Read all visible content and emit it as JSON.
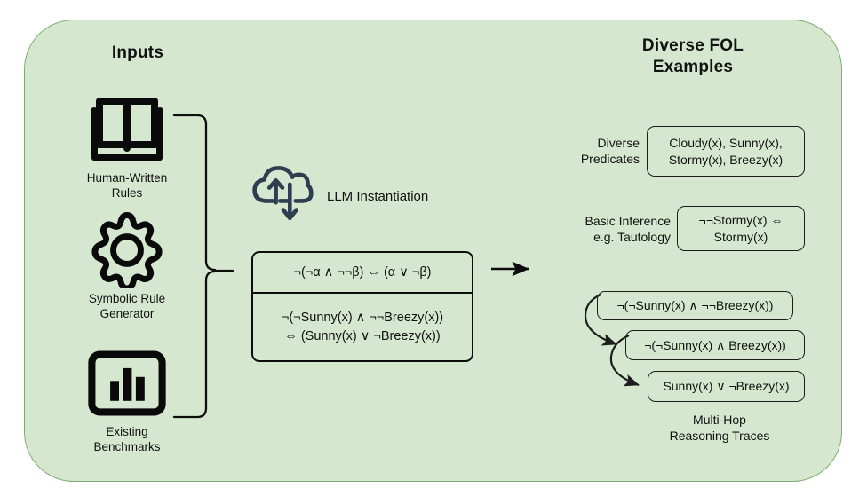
{
  "panel": {
    "fill_color": "#d6e7d0",
    "border_color": "#7fae73"
  },
  "headings": {
    "inputs": "Inputs",
    "fol_examples": "Diverse FOL\nExamples"
  },
  "inputs": [
    {
      "icon": "open-book-icon",
      "label": "Human-Written\nRules"
    },
    {
      "icon": "gear-icon",
      "label": "Symbolic Rule\nGenerator"
    },
    {
      "icon": "bar-chart-icon",
      "label": "Existing\nBenchmarks"
    }
  ],
  "middle": {
    "cloud_icon": "cloud-sync-icon",
    "cloud_icon_color": "#2c3e50",
    "llm_label": "LLM Instantiation",
    "schema": "¬(¬α ∧ ¬¬β) ⇔ (α ∨ ¬β)",
    "instance": "¬(¬Sunny(x) ∧ ¬¬Breezy(x))\n⇔ (Sunny(x) ∨ ¬Breezy(x))",
    "arrow_icon": "right-arrow-icon"
  },
  "outputs": {
    "predicates": {
      "label": "Diverse\nPredicates",
      "content": "Cloudy(x), Sunny(x),\nStormy(x), Breezy(x)"
    },
    "inference": {
      "label": "Basic Inference\ne.g. Tautology",
      "content": "¬¬Stormy(x) ⇔\nStormy(x)"
    },
    "multi_hop": {
      "steps": [
        "¬(¬Sunny(x) ∧ ¬¬Breezy(x))",
        "¬(¬Sunny(x) ∧ Breezy(x))",
        "Sunny(x) ∨ ¬Breezy(x)"
      ],
      "label": "Multi-Hop\nReasoning Traces"
    }
  }
}
